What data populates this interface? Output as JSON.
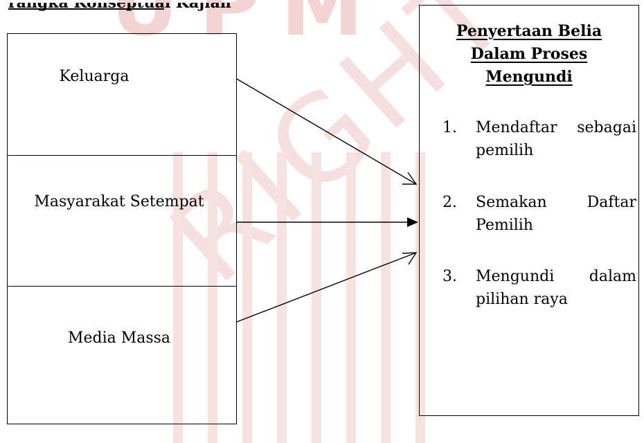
{
  "watermark": {
    "letters": "UPM",
    "diagonal": "RIGHT"
  },
  "top_fragment": "rangka Konseptual Kajian",
  "left_boxes": [
    {
      "label": "Keluarga"
    },
    {
      "label": "Masyarakat Setempat"
    },
    {
      "label": "Media Massa"
    }
  ],
  "right_box": {
    "title_lines": [
      "Penyertaan Belia",
      "Dalam Proses",
      "Mengundi"
    ],
    "items": [
      {
        "num": "1.",
        "line1_words": [
          "Mendaftar",
          "sebagai"
        ],
        "line2": "pemilih"
      },
      {
        "num": "2.",
        "line1_words": [
          "Semakan",
          "Daftar"
        ],
        "line2": "Pemilih"
      },
      {
        "num": "3.",
        "line1_words": [
          "Mengundi",
          "dalam"
        ],
        "line2": "pilihan raya"
      }
    ]
  },
  "colors": {
    "line": "#000000",
    "watermark": "#f3d3d3"
  }
}
